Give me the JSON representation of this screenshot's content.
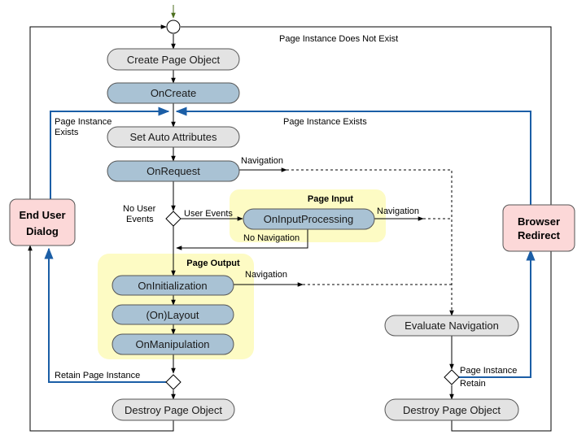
{
  "nodes": {
    "create_page_object": "Create Page Object",
    "on_create": "OnCreate",
    "set_auto_attributes": "Set Auto Attributes",
    "on_request": "OnRequest",
    "on_input_processing": "OnInputProcessing",
    "on_initialization": "OnInitialization",
    "on_layout": "(On)Layout",
    "on_manipulation": "OnManipulation",
    "destroy_page_object_left": "Destroy Page Object",
    "evaluate_navigation": "Evaluate Navigation",
    "destroy_page_object_right": "Destroy Page Object",
    "end_user_dialog_line1": "End User",
    "end_user_dialog_line2": "Dialog",
    "browser_redirect_line1": "Browser",
    "browser_redirect_line2": "Redirect"
  },
  "groups": {
    "page_input": "Page Input",
    "page_output": "Page Output"
  },
  "labels": {
    "page_instance_does_not_exist": "Page Instance Does Not Exist",
    "page_instance_exists_left_line1": "Page Instance",
    "page_instance_exists_left_line2": "Exists",
    "page_instance_exists_right": "Page Instance Exists",
    "navigation_request": "Navigation",
    "no_user_events_line1": "No User",
    "no_user_events_line2": "Events",
    "user_events": "User Events",
    "navigation_input": "Navigation",
    "no_navigation": "No Navigation",
    "navigation_output": "Navigation",
    "retain_page_instance": "Retain Page Instance",
    "page_instance_right": "Page Instance",
    "retain_right": "Retain"
  },
  "colors": {
    "gray_node": "#e3e3e3",
    "blue_node": "#a9c2d4",
    "pink_node": "#fcd8d8",
    "group_fill": "#fdfbc4",
    "blue_line": "#1b5ea6",
    "black_line": "#000000",
    "start_arrow": "#4b6e1c"
  }
}
